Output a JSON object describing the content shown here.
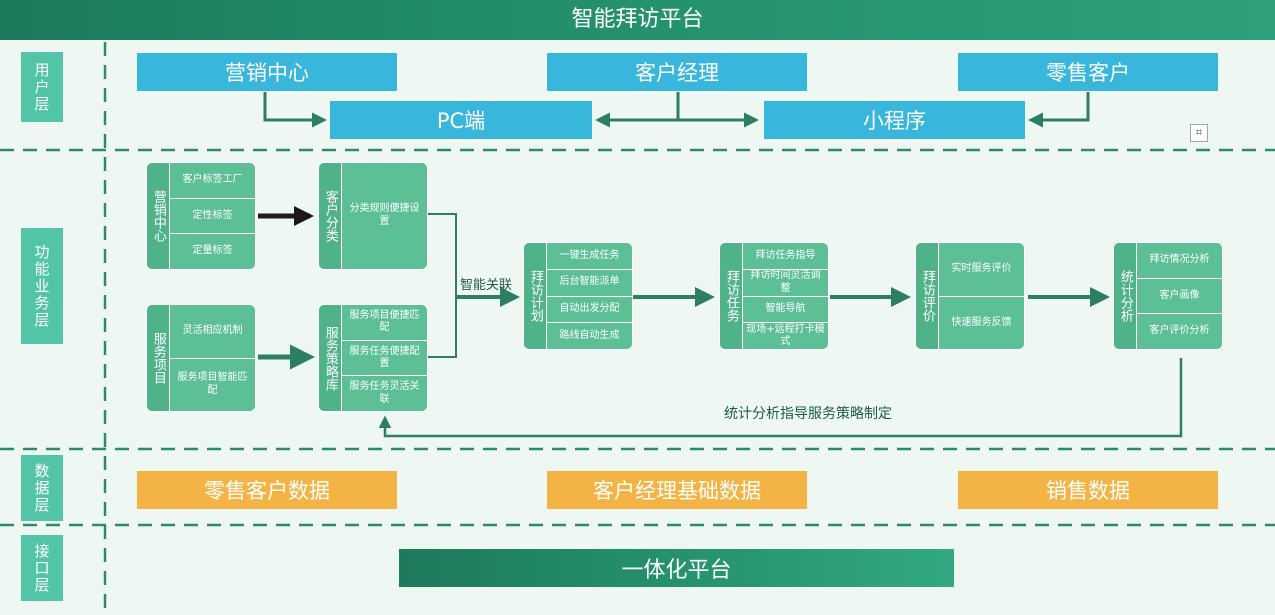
{
  "header": {
    "title": "智能拜访平台"
  },
  "layers": {
    "user": "用户层",
    "function": "功能业务层",
    "data": "数据层",
    "interface": "接口层"
  },
  "user_layer": {
    "top": [
      "营销中心",
      "客户经理",
      "零售客户"
    ],
    "bottom": [
      "PC端",
      "小程序"
    ]
  },
  "function_layer": {
    "marketing": {
      "title": "营销中心",
      "items": [
        "客户标签工厂",
        "定性标签",
        "定量标签"
      ]
    },
    "service_project": {
      "title": "服务项目",
      "items": [
        "灵活相应机制",
        "服务项目智能匹配"
      ]
    },
    "customer_class": {
      "title": "客户分类",
      "items": [
        "分类规则便捷设置"
      ]
    },
    "strategy": {
      "title": "服务策略库",
      "items": [
        "服务项目便捷匹配",
        "服务任务便捷配置",
        "服务任务灵活关联"
      ]
    },
    "smart_link": "智能关联",
    "visit_plan": {
      "title": "拜访计划",
      "items": [
        "一键生成任务",
        "后台智能派单",
        "自动出发分配",
        "路线自动生成"
      ]
    },
    "visit_task": {
      "title": "拜访任务",
      "items": [
        "拜访任务指导",
        "拜访时间灵活调整",
        "智能导航",
        "现场+远程打卡模式"
      ]
    },
    "visit_eval": {
      "title": "拜访评价",
      "items": [
        "实时服务评价",
        "快速服务反馈"
      ]
    },
    "stats": {
      "title": "统计分析",
      "items": [
        "拜访情况分析",
        "客户画像",
        "客户评价分析"
      ]
    },
    "feedback_note": "统计分析指导服务策略制定"
  },
  "data_layer": [
    "零售客户数据",
    "客户经理基础数据",
    "销售数据"
  ],
  "interface_layer": {
    "platform": "一体化平台"
  },
  "colors": {
    "header": "#1d7a5c",
    "blue": "#39b6dc",
    "green_box": "#5cbf95",
    "yellow": "#f4b445",
    "arrow": "#2d7f63",
    "dash": "#2d8a6b"
  }
}
